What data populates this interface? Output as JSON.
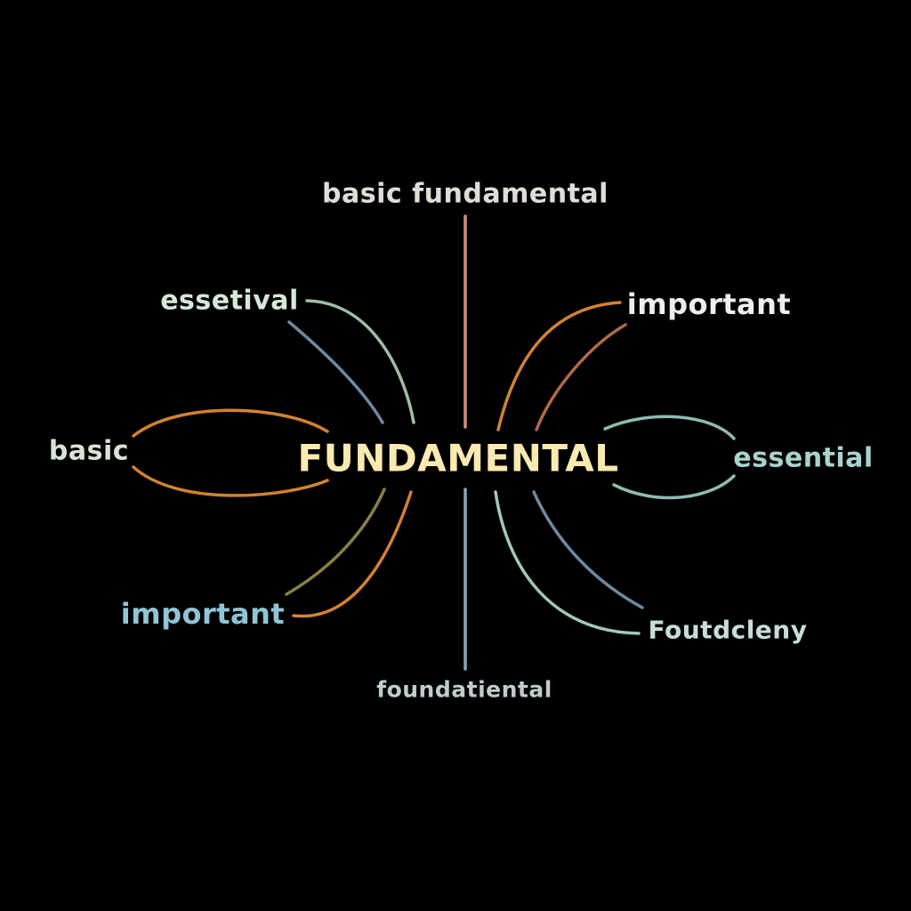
{
  "center": {
    "label": "FUNDAMENTAL",
    "color": "#fbeab0"
  },
  "nodes": [
    {
      "label": "basic fundamental",
      "color": "#e0ddd5"
    },
    {
      "label": "essetival",
      "color": "#d6e8d6"
    },
    {
      "label": "important",
      "color": "#eef0e8"
    },
    {
      "label": "basic",
      "color": "#d9e4d3"
    },
    {
      "label": "essential",
      "color": "#a9d3d0"
    },
    {
      "label": "important",
      "color": "#8fc5d6"
    },
    {
      "label": "Foutdcleny",
      "color": "#c8dcdc"
    },
    {
      "label": "foundatiental",
      "color": "#c0ccd0"
    }
  ],
  "edge_colors": {
    "salmon": "#d4907a",
    "sage": "#9fbfa6",
    "slate": "#6f8aa0",
    "orange": "#d2832f",
    "brown": "#b06a45",
    "teal": "#8fbcb4",
    "olive": "#8a8040",
    "blue": "#7fa9b8",
    "mint": "#9fcabb"
  }
}
